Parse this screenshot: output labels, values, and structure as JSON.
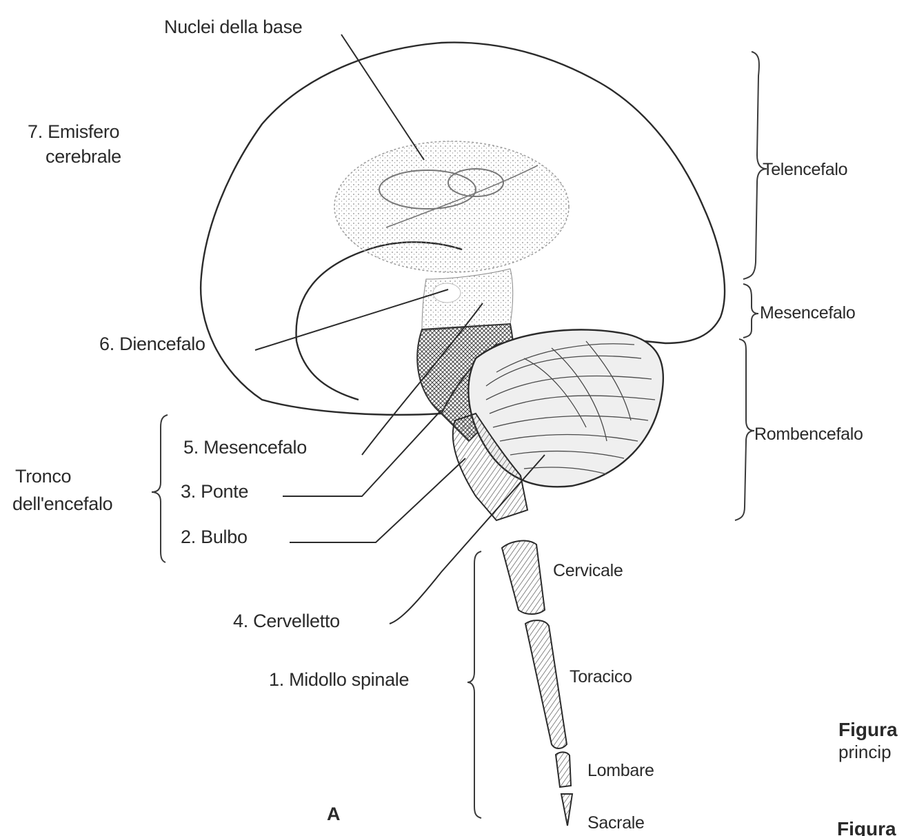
{
  "figure": {
    "panel_letter": "A",
    "labels": {
      "nuclei_base": "Nuclei della base",
      "emisfero_line1": "7. Emisfero",
      "emisfero_line2": "cerebrale",
      "diencefalo": "6. Diencefalo",
      "mesencefalo_num": "5. Mesencefalo",
      "ponte": "3. Ponte",
      "bulbo": "2. Bulbo",
      "cervelletto": "4. Cervelletto",
      "midollo": "1. Midollo spinale",
      "tronco_line1": "Tronco",
      "tronco_line2": "dell'encefalo"
    },
    "divisions": {
      "telencefalo": "Telencefalo",
      "mesencefalo": "Mesencefalo",
      "rombencefalo": "Rombencefalo"
    },
    "spinal_segments": {
      "cervicale": "Cervicale",
      "toracico": "Toracico",
      "lombare": "Lombare",
      "sacrale": "Sacrale"
    }
  },
  "caption_fragment": {
    "word1": "Figura",
    "word2": "princip",
    "word3": "Figura"
  }
}
